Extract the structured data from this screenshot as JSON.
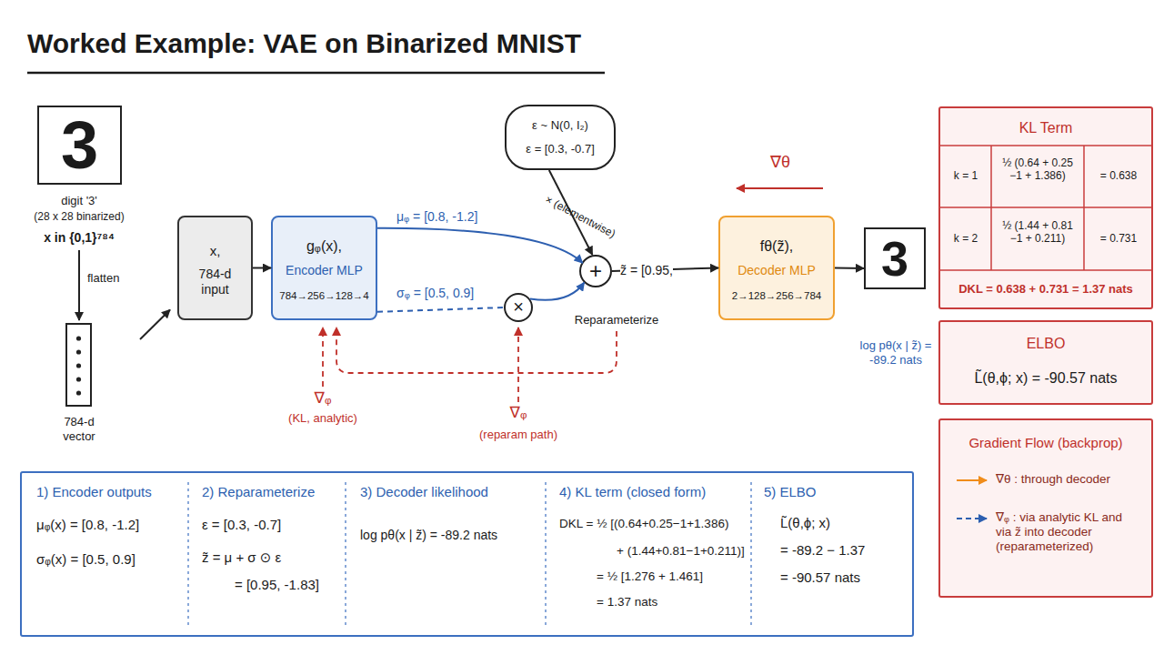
{
  "diagram": {
    "title": "Worked Example: VAE on Binarized MNIST",
    "nodes": [
      {
        "text": [
          "3",
          "digit '3'",
          "(28 x 28 binarized)",
          "x in {0,1}⁷⁸⁴"
        ]
      },
      {
        "text": [
          "784-d vector"
        ]
      },
      {
        "text": [
          "x,",
          "784-d input"
        ]
      },
      {
        "text": [
          "gᵩ(x),",
          "Encoder MLP",
          "784→256→128→4"
        ]
      },
      {
        "text": [
          "ε ~ N(0, I₂)",
          "ε = [0.3, -0.7]"
        ]
      },
      {
        "text": [
          "×"
        ]
      },
      {
        "text": [
          "+"
        ]
      },
      {
        "text": [
          "fθ(z̃),",
          "Decoder MLP",
          "2→128→256→784"
        ]
      },
      {
        "text": [
          "3"
        ]
      },
      {
        "text": [
          "KL Term"
        ]
      },
      {
        "text": [
          "ELBO",
          "L̃(θ,ϕ; x) = -90.57 nats"
        ]
      },
      {
        "text": [
          "Gradient Flow (backprop)"
        ]
      },
      {
        "text": [
          "1) Encoder outputs",
          "μᵩ(x) = [0.8, -1.2]",
          "σᵩ(x) = [0.5, 0.9]",
          "2) Reparameterize",
          "ε = [0.3, -0.7]",
          "z̃ = μ + σ ⊙ ε",
          "= [0.95, -1.83]",
          "3) Decoder likelihood",
          "log pθ(x | z̃) = -89.2 nats",
          "4) KL term (closed form)",
          "DKL = ½ [(0.64+0.25−1+1.386)",
          "+ (1.44+0.81−1+0.211)]",
          "= ½ [1.276 + 1.461]",
          "= 1.37 nats",
          "5) ELBO",
          "L̃(θ,ϕ; x)",
          "= -89.2 − 1.37",
          "= -90.57 nats"
        ]
      }
    ],
    "edges": [
      {
        "from": 0,
        "to": 1,
        "label": "flatten",
        "arrow": "to"
      },
      {
        "from": 1,
        "to": 2,
        "arrow": "to"
      },
      {
        "from": 2,
        "to": 3,
        "arrow": "to"
      },
      {
        "from": 3,
        "to": 6,
        "label": "μᵩ = [0.8, -1.2]",
        "arrow": "to"
      },
      {
        "from": 3,
        "to": 5,
        "label": "σᵩ = [0.5, 0.9]",
        "arrow": "none"
      },
      {
        "from": 5,
        "to": 6,
        "arrow": "to"
      },
      {
        "from": 4,
        "to": 6,
        "label": "× (elementwise)",
        "arrow": "to"
      },
      {
        "from": 6,
        "to": 7,
        "label": "z̃ = [0.95,",
        "arrow": "to"
      },
      {
        "from": 7,
        "to": 8,
        "arrow": "to"
      }
    ],
    "labels": [
      "Reparameterize",
      "log pθ(x | z̃) = -89.2 nats",
      "∇θ",
      "∇ᵩ",
      "(KL, analytic)",
      "∇ᵩ",
      "(reparam path)",
      "k = 1",
      "½ (0.64 + 0.25 −1 + 1.386)",
      "= 0.638",
      "k = 2",
      "½ (1.44 + 0.81 −1 + 0.211)",
      "= 0.731",
      "DKL = 0.638 + 0.731 = 1.37 nats"
    ],
    "legend": [
      {
        "text": "∇θ : through decoder"
      },
      {
        "text": "∇ᵩ : via analytic KL and via z̃ into decoder (reparameterized)"
      }
    ]
  }
}
